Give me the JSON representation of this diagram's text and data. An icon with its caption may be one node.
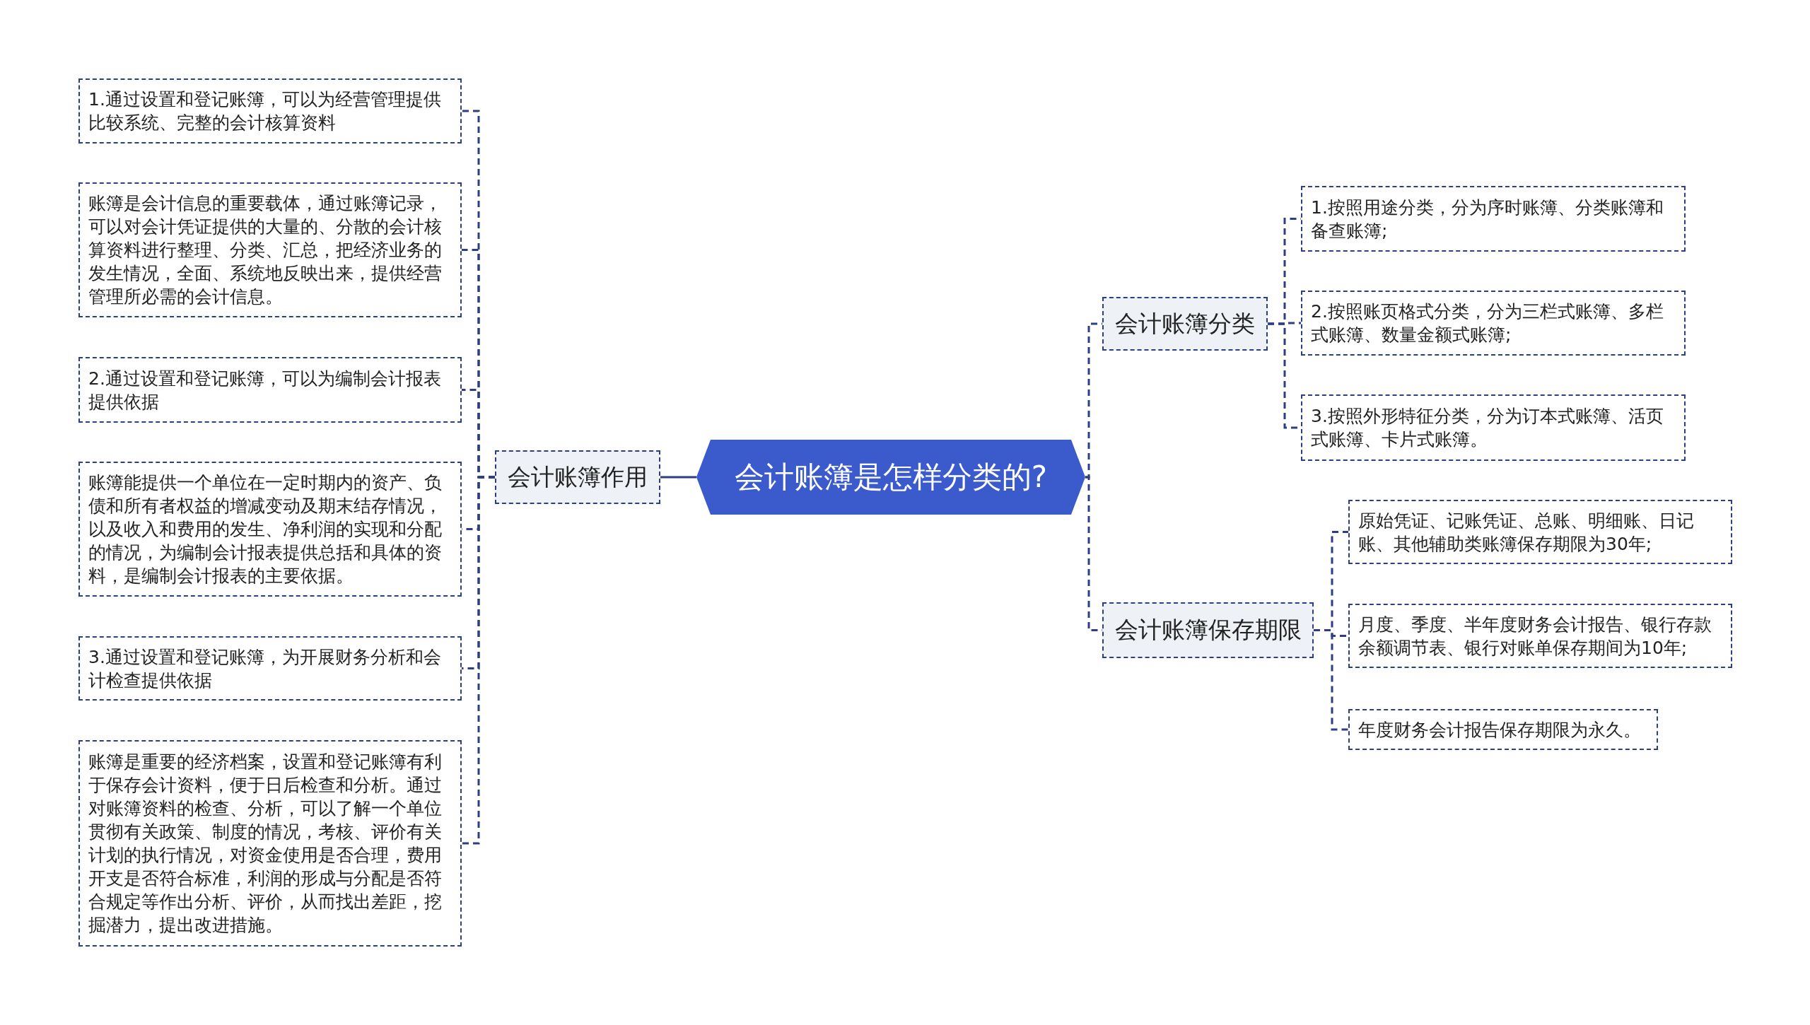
{
  "diagram": {
    "nodes": [
      {
        "text": [
          "会计账簿是怎样分类的?"
        ]
      },
      {
        "text": [
          "会计账簿作用"
        ]
      },
      {
        "text": [
          "1.通过设置和登记账簿，可以为经营管理提供比较系统、完整的会计核算资料"
        ]
      },
      {
        "text": [
          "账簿是会计信息的重要载体，通过账簿记录，可以对会计凭证提供的大量的、分散的会计核算资料进行整理、分类、汇总，把经济业务的发生情况，全面、系统地反映出来，提供经营管理所必需的会计信息。"
        ]
      },
      {
        "text": [
          "2.通过设置和登记账簿，可以为编制会计报表提供依据"
        ]
      },
      {
        "text": [
          "账簿能提供一个单位在一定时期内的资产、负债和所有者权益的增减变动及期末结存情况，以及收入和费用的发生、净利润的实现和分配的情况，为编制会计报表提供总括和具体的资料，是编制会计报表的主要依据。"
        ]
      },
      {
        "text": [
          "3.通过设置和登记账簿，为开展财务分析和会计检查提供依据"
        ]
      },
      {
        "text": [
          "账簿是重要的经济档案，设置和登记账簿有利于保存会计资料，便于日后检查和分析。通过对账簿资料的检查、分析，可以了解一个单位贯彻有关政策、制度的情况，考核、评价有关计划的执行情况，对资金使用是否合理，费用开支是否符合标准，利润的形成与分配是否符合规定等作出分析、评价，从而找出差距，挖掘潜力，提出改进措施。"
        ]
      },
      {
        "text": [
          "会计账簿分类"
        ]
      },
      {
        "text": [
          "1.按照用途分类，分为序时账簿、分类账簿和备查账簿;"
        ]
      },
      {
        "text": [
          "2.按照账页格式分类，分为三栏式账簿、多栏式账簿、数量金额式账簿;"
        ]
      },
      {
        "text": [
          "3.按照外形特征分类，分为订本式账簿、活页式账簿、卡片式账簿。"
        ]
      },
      {
        "text": [
          "会计账簿保存期限"
        ]
      },
      {
        "text": [
          "原始凭证、记账凭证、总账、明细账、日记账、其他辅助类账簿保存期限为30年;"
        ]
      },
      {
        "text": [
          "月度、季度、半年度财务会计报告、银行存款余额调节表、银行对账单保存期间为10年;"
        ]
      },
      {
        "text": [
          "年度财务会计报告保存期限为永久。"
        ]
      }
    ],
    "edges": [
      {
        "from": 0,
        "to": 1,
        "arrow": "none"
      },
      {
        "from": 1,
        "to": 2,
        "arrow": "none",
        "style": "dashed"
      },
      {
        "from": 1,
        "to": 3,
        "arrow": "none",
        "style": "dashed"
      },
      {
        "from": 1,
        "to": 4,
        "arrow": "none",
        "style": "dashed"
      },
      {
        "from": 1,
        "to": 5,
        "arrow": "none",
        "style": "dashed"
      },
      {
        "from": 1,
        "to": 6,
        "arrow": "none",
        "style": "dashed"
      },
      {
        "from": 1,
        "to": 7,
        "arrow": "none",
        "style": "dashed"
      },
      {
        "from": 0,
        "to": 8,
        "arrow": "none",
        "style": "dashed"
      },
      {
        "from": 0,
        "to": 12,
        "arrow": "none",
        "style": "dashed"
      },
      {
        "from": 8,
        "to": 9,
        "arrow": "none",
        "style": "dashed"
      },
      {
        "from": 8,
        "to": 10,
        "arrow": "none",
        "style": "dashed"
      },
      {
        "from": 8,
        "to": 11,
        "arrow": "none",
        "style": "dashed"
      },
      {
        "from": 12,
        "to": 13,
        "arrow": "none",
        "style": "dashed"
      },
      {
        "from": 12,
        "to": 14,
        "arrow": "none",
        "style": "dashed"
      },
      {
        "from": 12,
        "to": 15,
        "arrow": "none",
        "style": "dashed"
      }
    ]
  }
}
